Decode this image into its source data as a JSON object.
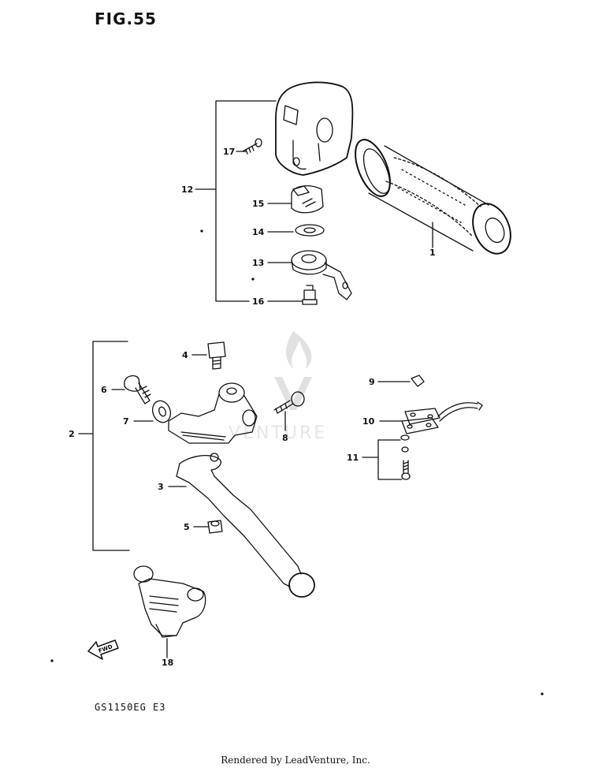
{
  "figure": {
    "title": "FIG.55",
    "model": "GS1150EG E3",
    "footer": "Rendered by LeadVenture, Inc."
  },
  "watermark": {
    "text": "VENTURE"
  },
  "callouts": {
    "c1": "1",
    "c2": "2",
    "c3": "3",
    "c4": "4",
    "c5": "5",
    "c6": "6",
    "c7": "7",
    "c8": "8",
    "c9": "9",
    "c10": "10",
    "c11": "11",
    "c12": "12",
    "c13": "13",
    "c14": "14",
    "c15": "15",
    "c16": "16",
    "c17": "17",
    "c18": "18"
  },
  "fwd_label": "FWD",
  "colors": {
    "line": "#111111",
    "watermark": "#c9c9c9"
  }
}
